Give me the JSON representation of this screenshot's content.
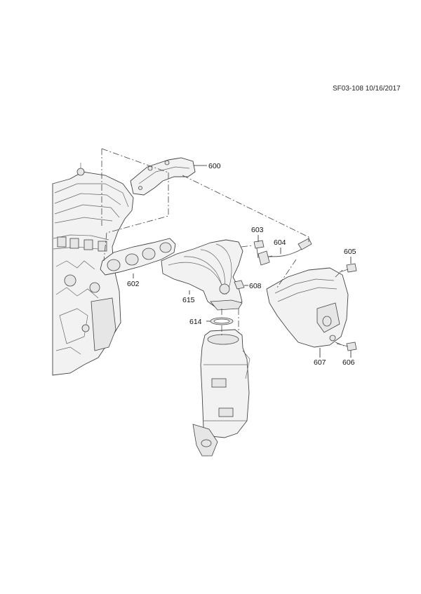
{
  "header": {
    "code": "SF03-108 10/16/2017"
  },
  "callouts": {
    "c600": "600",
    "c602": "602",
    "c603": "603",
    "c604": "604",
    "c605": "605",
    "c606": "606",
    "c607": "607",
    "c608": "608",
    "c614": "614",
    "c615": "615"
  }
}
